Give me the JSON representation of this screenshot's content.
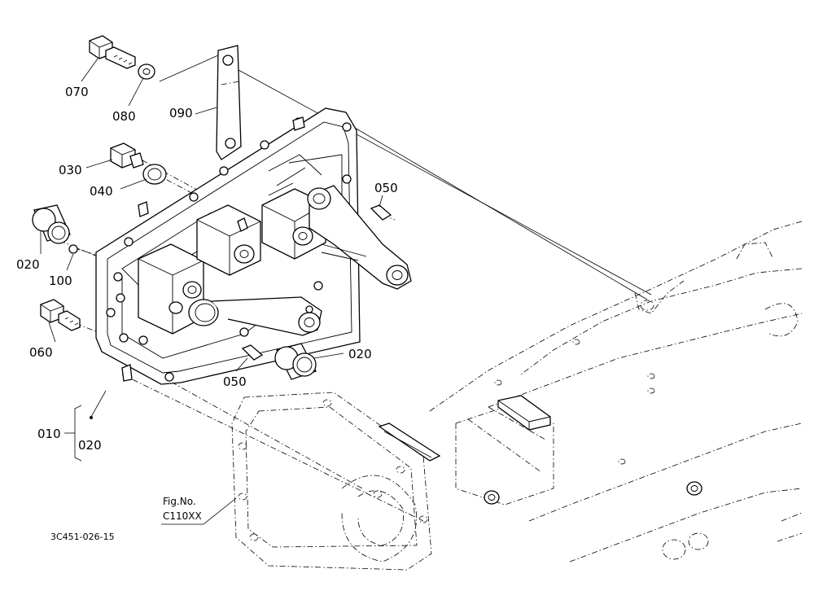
{
  "callouts": {
    "c070": "070",
    "c080": "080",
    "c090": "090",
    "c030": "030",
    "c040": "040",
    "c050_top": "050",
    "c020_left": "020",
    "c100": "100",
    "c060": "060",
    "c050_bottom": "050",
    "c020_right": "020",
    "c010": "010",
    "c010_sub": "020"
  },
  "figure_ref": {
    "line1": "Fig.No.",
    "line2": "C110XX"
  },
  "drawing_code": "3C451-026-15"
}
